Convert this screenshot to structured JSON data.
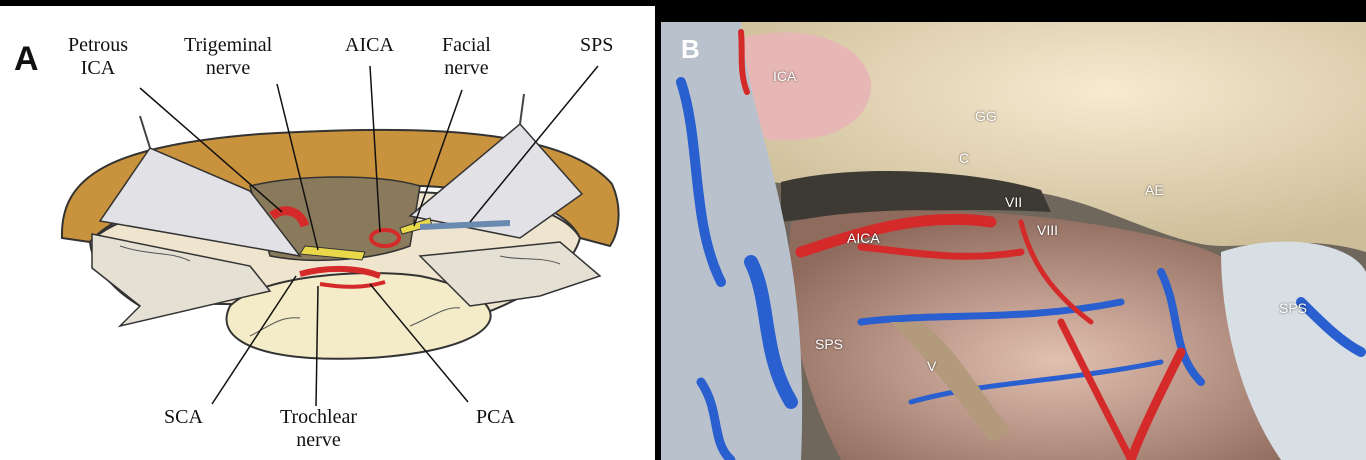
{
  "panel_a": {
    "letter": "A",
    "labels": {
      "petrous_ica": {
        "l1": "Petrous",
        "l2": "ICA"
      },
      "trigeminal_nerve": {
        "l1": "Trigeminal",
        "l2": "nerve"
      },
      "aica": {
        "l1": "AICA"
      },
      "facial_nerve": {
        "l1": "Facial",
        "l2": "nerve"
      },
      "sps": {
        "l1": "SPS"
      },
      "sca": {
        "l1": "SCA"
      },
      "trochlear_nerve": {
        "l1": "Trochlear",
        "l2": "nerve"
      },
      "pca": {
        "l1": "PCA"
      }
    }
  },
  "panel_b": {
    "letter": "B",
    "labels": {
      "ica": "ICA",
      "gg": "GG",
      "c": "C",
      "ae": "AE",
      "vii": "VII",
      "viii": "VIII",
      "aica": "AICA",
      "sps_left": "SPS",
      "sps_right": "SPS",
      "v": "V"
    }
  },
  "colors": {
    "artery": "#d42a2a",
    "vein": "#2a5fd0",
    "bone": "#efe5cf",
    "dura_edge": "#c9923c"
  }
}
